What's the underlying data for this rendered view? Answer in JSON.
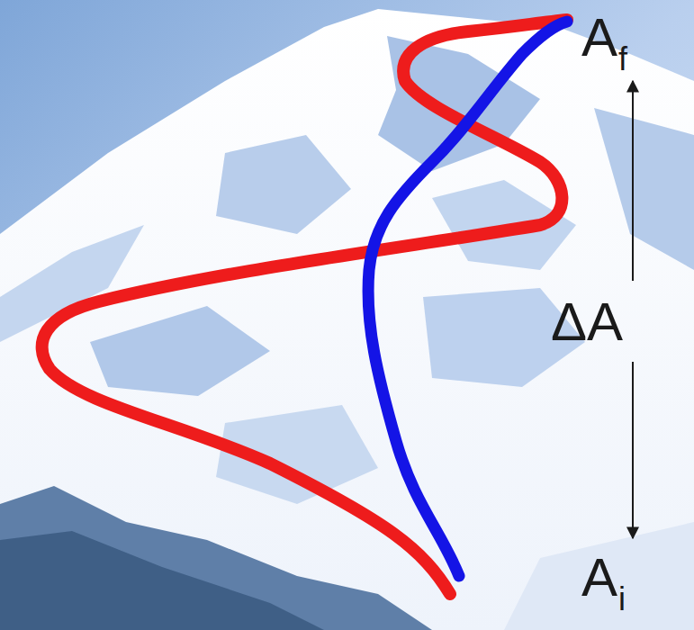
{
  "diagram": {
    "labels": [
      "A",
      "f",
      "ΔA",
      "A",
      "i"
    ]
  }
}
